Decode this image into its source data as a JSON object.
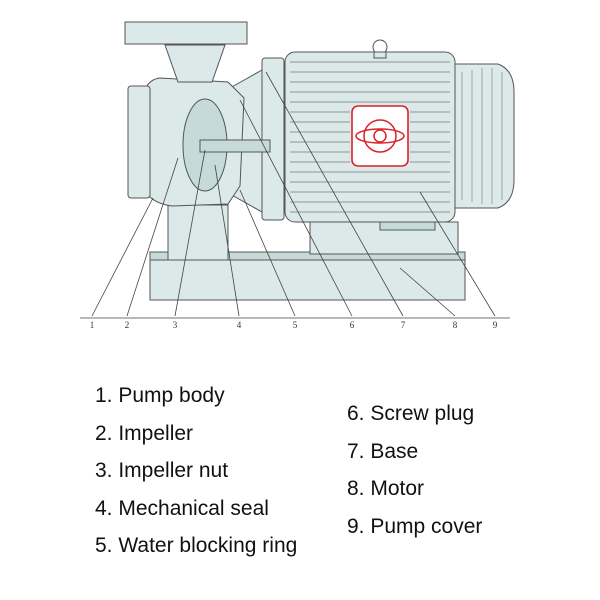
{
  "callouts": [
    "1",
    "2",
    "3",
    "4",
    "5",
    "6",
    "7",
    "8",
    "9"
  ],
  "legend_left": [
    "1. Pump body",
    "2. Impeller",
    "3. Impeller nut",
    "4. Mechanical seal",
    "5. Water blocking ring"
  ],
  "legend_right": [
    "6. Screw plug",
    "7. Base",
    "8. Motor",
    "9. Pump cover"
  ],
  "colors": {
    "fill": "#dbe9e8",
    "fill_dark": "#c6dbd9",
    "stroke": "#555555",
    "logo": "#d9232a"
  }
}
